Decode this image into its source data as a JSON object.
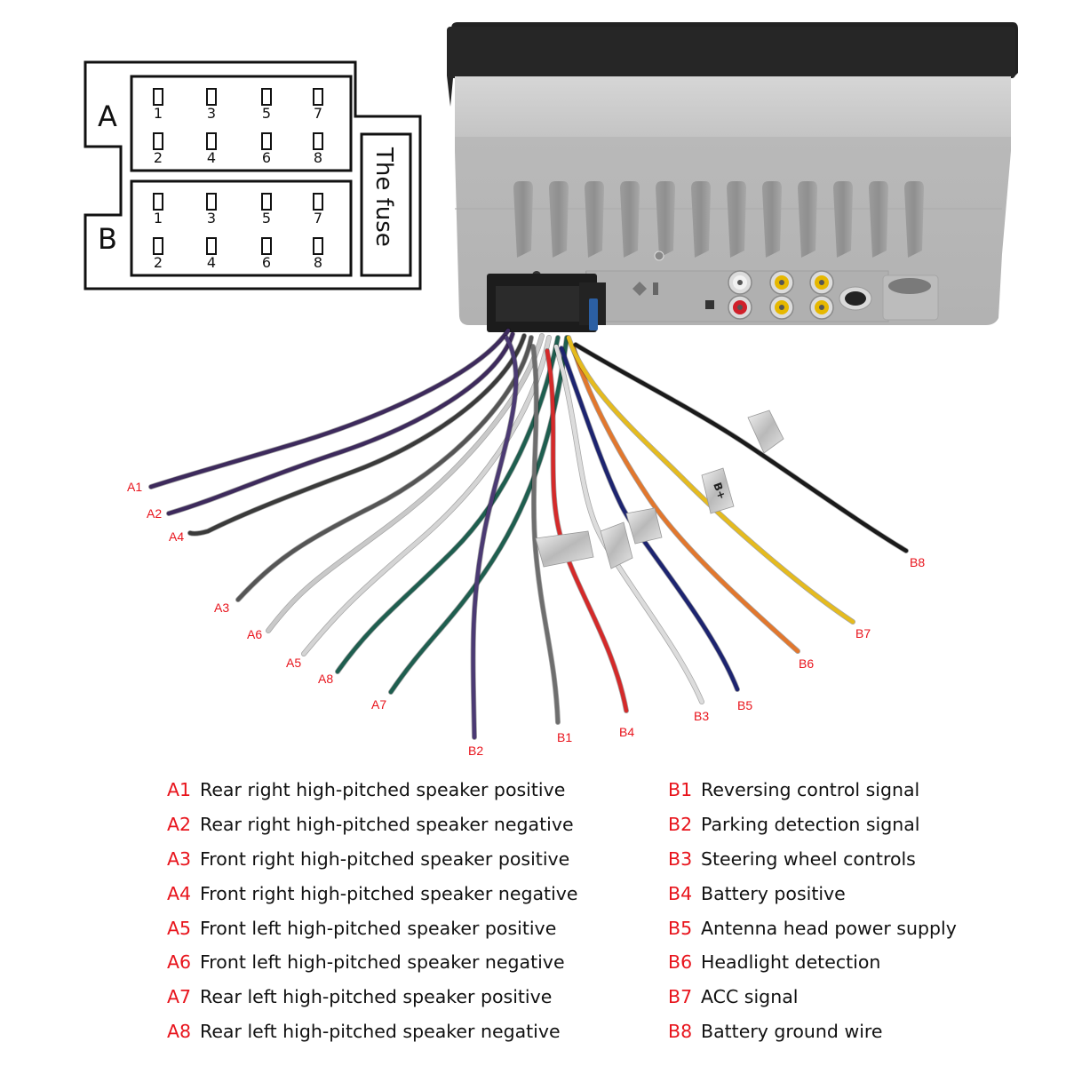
{
  "connector_diagram": {
    "groups": [
      {
        "letter": "A",
        "top_pins": [
          "1",
          "3",
          "5",
          "7"
        ],
        "bottom_pins": [
          "2",
          "4",
          "6",
          "8"
        ]
      },
      {
        "letter": "B",
        "top_pins": [
          "1",
          "3",
          "5",
          "7"
        ],
        "bottom_pins": [
          "2",
          "4",
          "6",
          "8"
        ]
      }
    ],
    "fuse_label": "The fuse"
  },
  "head_unit": {
    "cover_color": "#222222",
    "chassis_color": "#bdbdbd",
    "rca_jacks": [
      {
        "color": "#f2f2f2"
      },
      {
        "color": "#e6b800"
      },
      {
        "color": "#e6b800"
      },
      {
        "color": "#d0202a"
      },
      {
        "color": "#e6b800"
      },
      {
        "color": "#e6b800"
      }
    ]
  },
  "wires": [
    {
      "code": "A1",
      "color": "#3d2a5c"
    },
    {
      "code": "A2",
      "color": "#3d2a5c"
    },
    {
      "code": "A4",
      "color": "#3a3a3a"
    },
    {
      "code": "A3",
      "color": "#555555"
    },
    {
      "code": "A6",
      "color": "#c9c9c9"
    },
    {
      "code": "A5",
      "color": "#d4d4d4"
    },
    {
      "code": "A8",
      "color": "#1e5e4f"
    },
    {
      "code": "A7",
      "color": "#1e5e4f"
    },
    {
      "code": "B2",
      "color": "#4b3a73"
    },
    {
      "code": "B1",
      "color": "#6e6e6e"
    },
    {
      "code": "B4",
      "color": "#d42a2a"
    },
    {
      "code": "B3",
      "color": "#dcdcdc"
    },
    {
      "code": "B5",
      "color": "#1d2470"
    },
    {
      "code": "B6",
      "color": "#e2772d"
    },
    {
      "code": "B7",
      "color": "#e5bb1e"
    },
    {
      "code": "B8",
      "color": "#1a1a1a"
    }
  ],
  "tapes": [
    {
      "wire": "B7",
      "text": "B+"
    }
  ],
  "legend": {
    "a_side": [
      {
        "code": "A1",
        "desc": "Rear right high-pitched speaker positive"
      },
      {
        "code": "A2",
        "desc": "Rear right high-pitched speaker negative"
      },
      {
        "code": "A3",
        "desc": "Front right high-pitched speaker positive"
      },
      {
        "code": "A4",
        "desc": "Front right high-pitched speaker negative"
      },
      {
        "code": "A5",
        "desc": "Front left high-pitched speaker positive"
      },
      {
        "code": "A6",
        "desc": "Front left high-pitched speaker negative"
      },
      {
        "code": "A7",
        "desc": "Rear left high-pitched speaker positive"
      },
      {
        "code": "A8",
        "desc": "Rear left high-pitched speaker negative"
      }
    ],
    "b_side": [
      {
        "code": "B1",
        "desc": "Reversing control signal"
      },
      {
        "code": "B2",
        "desc": "Parking detection signal"
      },
      {
        "code": "B3",
        "desc": "Steering wheel controls"
      },
      {
        "code": "B4",
        "desc": "Battery positive"
      },
      {
        "code": "B5",
        "desc": "Antenna head power supply"
      },
      {
        "code": "B6",
        "desc": "Headlight detection"
      },
      {
        "code": "B7",
        "desc": "ACC signal"
      },
      {
        "code": "B8",
        "desc": "Battery ground wire"
      }
    ]
  },
  "label_color": "#e8141c"
}
